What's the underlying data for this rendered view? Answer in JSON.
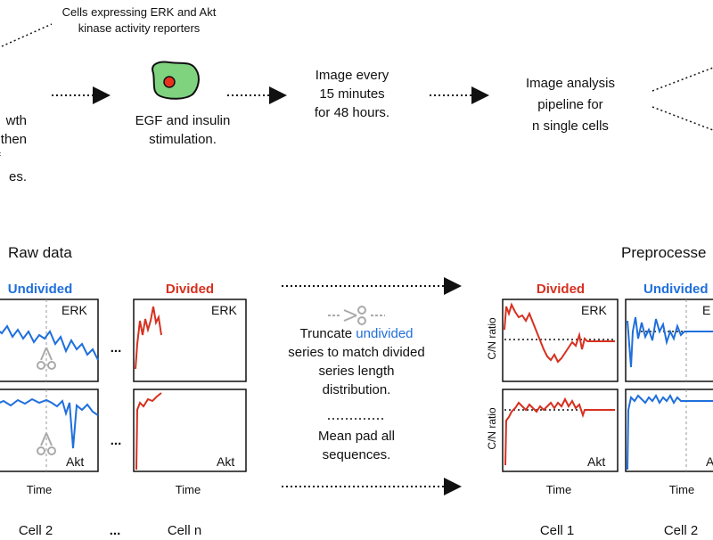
{
  "top_row": {
    "reporters_label_line1": "Cells expressing ERK and Akt",
    "reporters_label_line2": "kinase activity reporters",
    "left_text_line1": "wth",
    "left_text_line2": ", then",
    "left_text_line3": "of",
    "left_text_line4": "es.",
    "stimulation_line1": "EGF and insulin",
    "stimulation_line2": "stimulation.",
    "imaging_line1": "Image every",
    "imaging_line2": "15 minutes",
    "imaging_line3": "for 48 hours.",
    "analysis_line1": "Image analysis",
    "analysis_line2": "pipeline for",
    "analysis_line3": "n single cells"
  },
  "raw_data": {
    "title": "Raw data",
    "undivided_label": "Undivided",
    "divided_label": "Divided",
    "erk_label": "ERK",
    "akt_label": "Akt",
    "time_label": "Time",
    "ellipsis": "...",
    "cell2_label": "Cell 2",
    "celln_label": "Cell n"
  },
  "middle": {
    "truncate_word": "Truncate",
    "undivided_word": "undivided",
    "truncate_line2": "series to match divided",
    "truncate_line3": "series length",
    "truncate_line4": "distribution.",
    "pad_line1": "Mean pad all",
    "pad_line2": "sequences."
  },
  "preprocessed": {
    "title": "Preprocesse",
    "divided_label": "Divided",
    "undivided_label": "Undivided",
    "cn_ratio": "C/N ratio",
    "erk_label": "ERK",
    "erk_partial": "E",
    "akt_label": "Akt",
    "akt_partial": "A",
    "time_label": "Time",
    "cell1_label": "Cell 1",
    "cell2_label": "Cell 2"
  },
  "colors": {
    "divided": "#d7301f",
    "undivided": "#1f6fdc",
    "cell_fill": "#7fd37f",
    "nucleus": "#e8321e"
  }
}
